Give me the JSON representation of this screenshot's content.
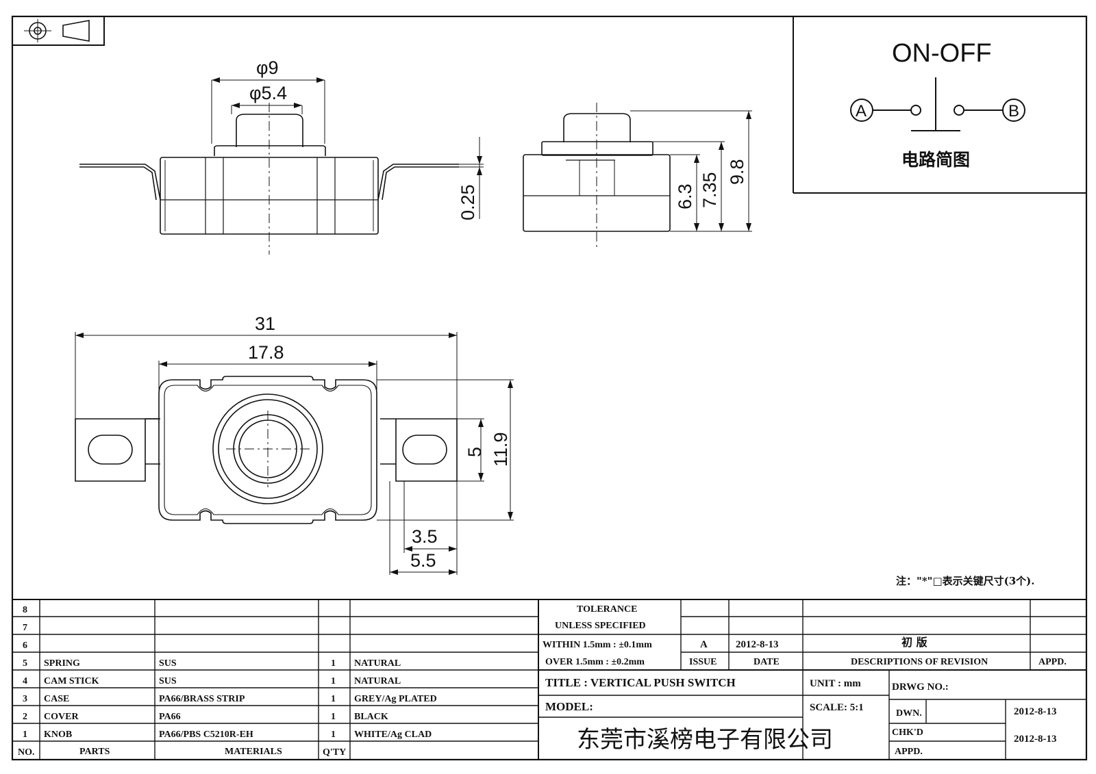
{
  "dimensions": {
    "top_phi9": "φ9",
    "top_phi54": "φ5.4",
    "top_025": "0.25",
    "side_63": "6.3",
    "side_735": "7.35",
    "side_98": "9.8",
    "plan_31": "31",
    "plan_178": "17.8",
    "plan_5": "5",
    "plan_119": "11.9",
    "plan_35": "3.5",
    "plan_55": "5.5"
  },
  "schematic": {
    "title": "ON-OFF",
    "terminal_a": "A",
    "terminal_b": "B",
    "caption": "电路简图"
  },
  "note": "注：\"*\"□表示关键尺寸(3个).",
  "parts_table": {
    "rows": [
      {
        "no": "8",
        "part": "",
        "material": "",
        "qty": "",
        "finish": ""
      },
      {
        "no": "7",
        "part": "",
        "material": "",
        "qty": "",
        "finish": ""
      },
      {
        "no": "6",
        "part": "",
        "material": "",
        "qty": "",
        "finish": ""
      },
      {
        "no": "5",
        "part": "SPRING",
        "material": "SUS",
        "qty": "1",
        "finish": "NATURAL"
      },
      {
        "no": "4",
        "part": "CAM STICK",
        "material": "SUS",
        "qty": "1",
        "finish": "NATURAL"
      },
      {
        "no": "3",
        "part": "CASE",
        "material": "PA66/BRASS STRIP",
        "qty": "1",
        "finish": "GREY/Ag PLATED"
      },
      {
        "no": "2",
        "part": "COVER",
        "material": "PA66",
        "qty": "1",
        "finish": "BLACK"
      },
      {
        "no": "1",
        "part": "KNOB",
        "material": "PA66/PBS C5210R-EH",
        "qty": "1",
        "finish": "WHITE/Ag CLAD"
      }
    ],
    "header": {
      "no": "NO.",
      "parts": "PARTS",
      "materials": "MATERIALS",
      "qty": "Q'TY"
    }
  },
  "title_block": {
    "tolerance_1": "TOLERANCE",
    "tolerance_2": "UNLESS  SPECIFIED",
    "tolerance_3": "WITHIN 1.5mm : ±0.1mm",
    "tolerance_4": "OVER 1.5mm : ±0.2mm",
    "issue_value": "A",
    "date_value": "2012-8-13",
    "revision_value": "初  版",
    "issue_label": "ISSUE",
    "date_label": "DATE",
    "desc_label": "DESCRIPTIONS  OF  REVISION",
    "appd_label": "APPD.",
    "title_text": "TITLE :  VERTICAL PUSH SWITCH",
    "unit_text": "UNIT :   mm",
    "drwg_text": "DRWG NO.:",
    "model_text": "MODEL:",
    "scale_text": "SCALE:  5:1",
    "dwn_label": "DWN.",
    "dwn_date": "2012-8-13",
    "chkd_label": "CHK'D",
    "chkd_date": "2012-8-13",
    "appd2_label": "APPD.",
    "company": "东莞市溪榜电子有限公司"
  }
}
